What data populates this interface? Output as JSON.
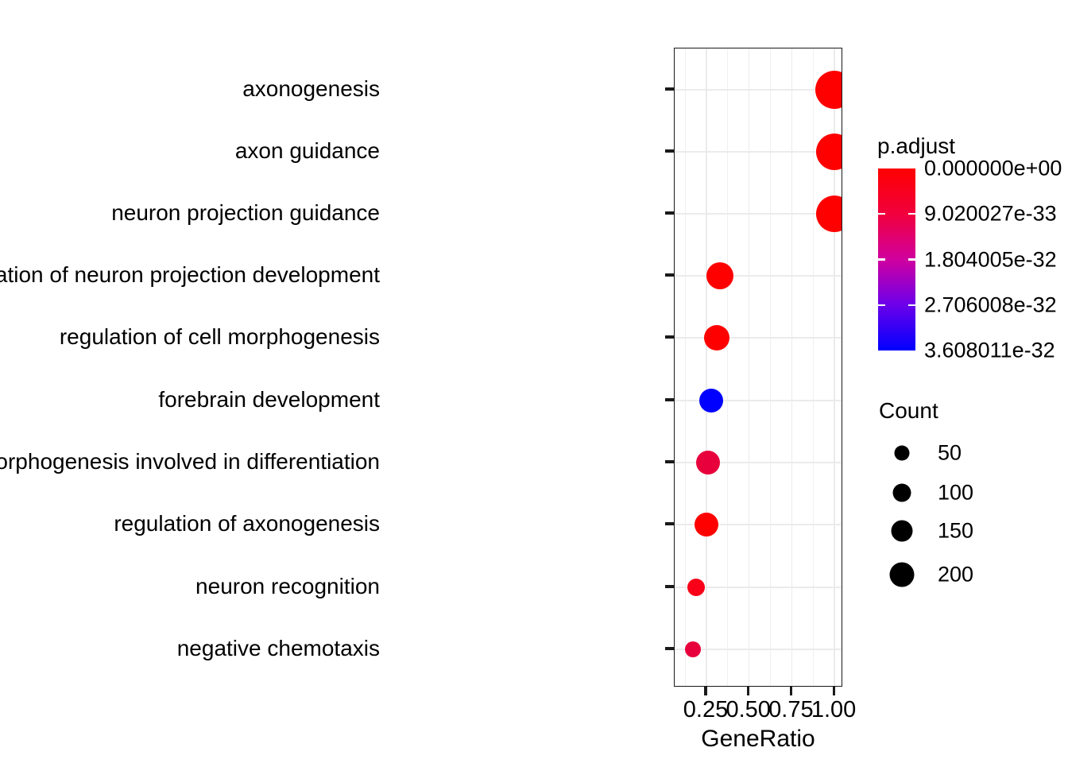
{
  "chart_data": {
    "type": "scatter",
    "title": "",
    "xlabel": "GeneRatio",
    "ylabel": "",
    "xlim": [
      0.115,
      1.06
    ],
    "xticks": [
      "0.25",
      "0.50",
      "0.75",
      "1.00"
    ],
    "xtickvalues": [
      0.25,
      0.5,
      0.75,
      1.0
    ],
    "grid": true,
    "legend_position": "right",
    "categories": [
      "axonogenesis",
      "axon guidance",
      "neuron projection guidance",
      "regulation of neuron projection development",
      "regulation of cell morphogenesis",
      "forebrain development",
      "regulation of cell morphogenesis involved in differentiation",
      "regulation of axonogenesis",
      "neuron recognition",
      "negative chemotaxis"
    ],
    "points": [
      {
        "label": "axonogenesis",
        "gene_ratio": 1.0,
        "count": 228,
        "p_adjust": 0.0,
        "color": "#FF0000",
        "radius": 24
      },
      {
        "label": "axon guidance",
        "gene_ratio": 1.0,
        "count": 222,
        "p_adjust": 0.0,
        "color": "#FF0000",
        "radius": 23
      },
      {
        "label": "neuron projection guidance",
        "gene_ratio": 1.0,
        "count": 222,
        "p_adjust": 0.0,
        "color": "#FF0000",
        "radius": 23
      },
      {
        "label": "regulation of neuron projection development",
        "gene_ratio": 0.33,
        "count": 120,
        "p_adjust": 1e-34,
        "color": "#FF0000",
        "radius": 17
      },
      {
        "label": "regulation of cell morphogenesis",
        "gene_ratio": 0.31,
        "count": 108,
        "p_adjust": 1e-34,
        "color": "#FF0000",
        "radius": 16
      },
      {
        "label": "forebrain development",
        "gene_ratio": 0.28,
        "count": 96,
        "p_adjust": 3.608011e-32,
        "color": "#0000FF",
        "radius": 15
      },
      {
        "label": "regulation of cell morphogenesis involved in differentiation",
        "gene_ratio": 0.26,
        "count": 92,
        "p_adjust": 4.5e-33,
        "color": "#E8003C",
        "radius": 15
      },
      {
        "label": "regulation of axonogenesis",
        "gene_ratio": 0.25,
        "count": 90,
        "p_adjust": 1e-34,
        "color": "#FF0000",
        "radius": 15
      },
      {
        "label": "neuron recognition",
        "gene_ratio": 0.19,
        "count": 50,
        "p_adjust": 1e-34,
        "color": "#FA0018",
        "radius": 11
      },
      {
        "label": "negative chemotaxis",
        "gene_ratio": 0.17,
        "count": 44,
        "p_adjust": 4.5e-33,
        "color": "#E8003C",
        "radius": 10
      }
    ],
    "color_legend": {
      "title": "p.adjust",
      "labels": [
        "0.000000e+00",
        "9.020027e-33",
        "1.804005e-32",
        "2.706008e-32",
        "3.608011e-32"
      ],
      "values": [
        0.0,
        9.020027e-33,
        1.804005e-32,
        2.706008e-32,
        3.608011e-32
      ],
      "high_color": "#FF0000",
      "low_color": "#0000FF"
    },
    "size_legend": {
      "title": "Count",
      "labels": [
        "50",
        "100",
        "150",
        "200"
      ],
      "values": [
        50,
        100,
        150,
        200
      ],
      "radii": [
        9.5,
        11.5,
        13.5,
        15.5
      ],
      "color": "#000000"
    }
  },
  "axis": {
    "x_title": "GeneRatio",
    "xticks": [
      {
        "label": "0.25"
      },
      {
        "label": "0.50"
      },
      {
        "label": "0.75"
      },
      {
        "label": "1.00"
      }
    ],
    "ylabels": [
      {
        "label": "axonogenesis"
      },
      {
        "label": "axon guidance"
      },
      {
        "label": "neuron projection guidance"
      },
      {
        "label": "regulation of neuron projection development"
      },
      {
        "label": "regulation of cell morphogenesis"
      },
      {
        "label": "forebrain development"
      },
      {
        "label": "regulation of cell morphogenesis involved in differentiation"
      },
      {
        "label": "regulation of axonogenesis"
      },
      {
        "label": "neuron recognition"
      },
      {
        "label": "negative chemotaxis"
      }
    ]
  },
  "legend": {
    "padjust_title": "p.adjust",
    "padjust_labels": [
      {
        "label": "0.000000e+00"
      },
      {
        "label": "9.020027e-33"
      },
      {
        "label": "1.804005e-32"
      },
      {
        "label": "2.706008e-32"
      },
      {
        "label": "3.608011e-32"
      }
    ],
    "count_title": "Count",
    "count_labels": [
      {
        "label": "50"
      },
      {
        "label": "100"
      },
      {
        "label": "150"
      },
      {
        "label": "200"
      }
    ]
  }
}
